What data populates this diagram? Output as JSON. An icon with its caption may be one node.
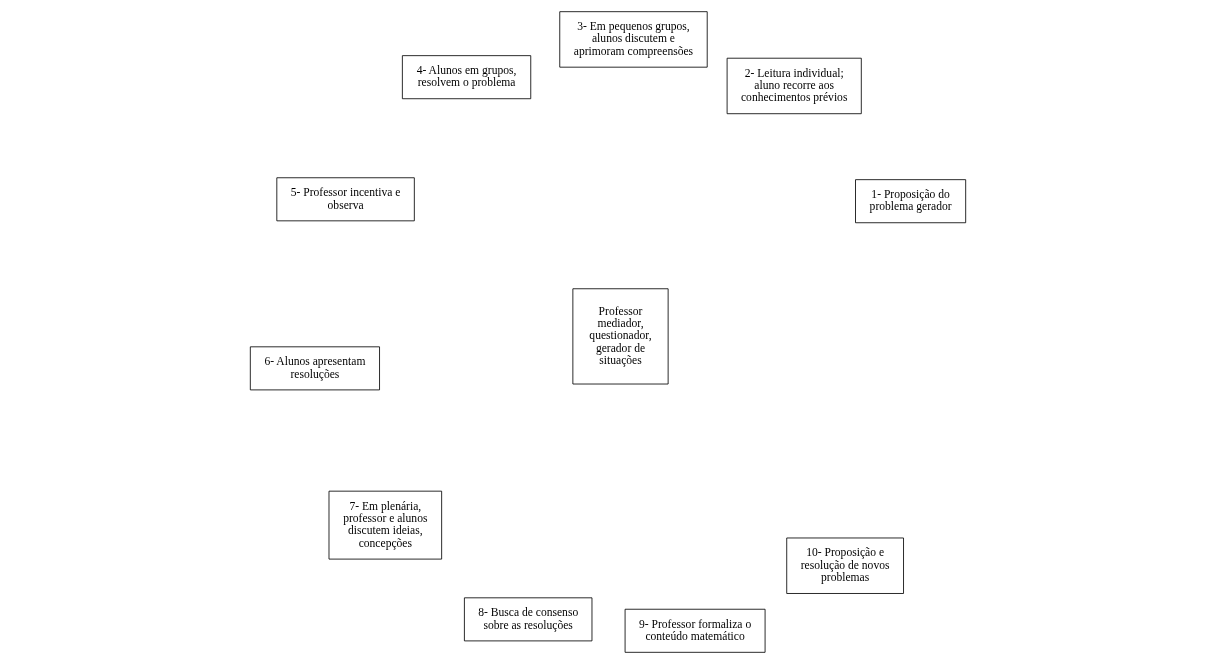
{
  "diagram": {
    "nodes": [
      {
        "text": [
          "Professor mediador, questionador, gerador de situações"
        ]
      },
      {
        "text": [
          "1- Proposição do problema gerador"
        ]
      },
      {
        "text": [
          "2- Leitura individual; aluno recorre aos conhecimentos prévios"
        ]
      },
      {
        "text": [
          "3- Em pequenos grupos, alunos discutem e aprimoram compreensões"
        ]
      },
      {
        "text": [
          "4- Alunos em grupos, resolvem o problema"
        ]
      },
      {
        "text": [
          "5- Professor incentiva e observa"
        ]
      },
      {
        "text": [
          "6- Alunos apresentam resoluções"
        ]
      },
      {
        "text": [
          "7- Em plenária, professor e alunos discutem ideias, concepções"
        ]
      },
      {
        "text": [
          "8- Busca de consenso sobre as resoluções"
        ]
      },
      {
        "text": [
          "9- Professor formaliza o conteúdo matemático"
        ]
      },
      {
        "text": [
          "10- Proposição e resolução de novos problemas"
        ]
      }
    ]
  }
}
